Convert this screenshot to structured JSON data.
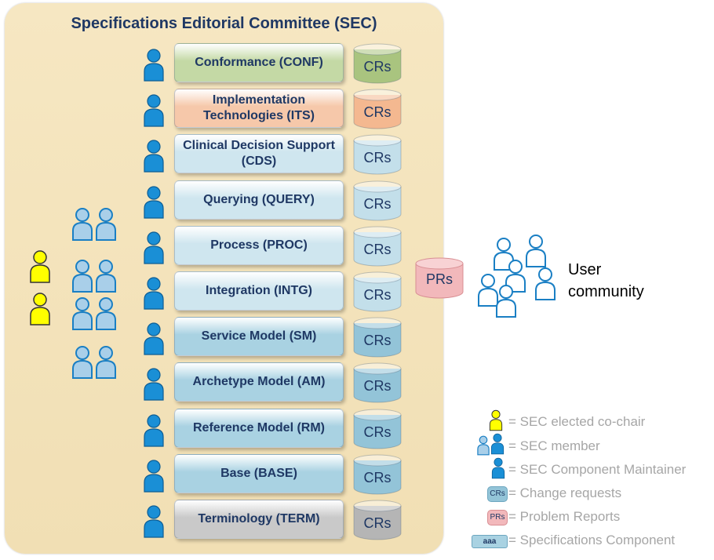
{
  "committee": {
    "title": "Specifications Editorial Committee  (SEC)"
  },
  "components": [
    {
      "label": "Conformance (CONF)",
      "cr": "CRs",
      "color": "#c4d9a5",
      "cyl": "#a9c47f"
    },
    {
      "label": "Implementation Technologies (ITS)",
      "cr": "CRs",
      "color": "#f6c8aa",
      "cyl": "#f4b890"
    },
    {
      "label": "Clinical Decision Support (CDS)",
      "cr": "CRs",
      "color": "#cfe6ef",
      "cyl": "#c3dfea"
    },
    {
      "label": "Querying (QUERY)",
      "cr": "CRs",
      "color": "#cfe6ef",
      "cyl": "#c3dfea"
    },
    {
      "label": "Process (PROC)",
      "cr": "CRs",
      "color": "#cfe6ef",
      "cyl": "#c3dfea"
    },
    {
      "label": "Integration (INTG)",
      "cr": "CRs",
      "color": "#cfe6ef",
      "cyl": "#c3dfea"
    },
    {
      "label": "Service Model (SM)",
      "cr": "CRs",
      "color": "#a9d2e2",
      "cyl": "#93c4d8"
    },
    {
      "label": "Archetype Model (AM)",
      "cr": "CRs",
      "color": "#a9d2e2",
      "cyl": "#93c4d8"
    },
    {
      "label": "Reference Model (RM)",
      "cr": "CRs",
      "color": "#a9d2e2",
      "cyl": "#93c4d8"
    },
    {
      "label": "Base (BASE)",
      "cr": "CRs",
      "color": "#a9d2e2",
      "cyl": "#93c4d8"
    },
    {
      "label": "Terminology (TERM)",
      "cr": "CRs",
      "color": "#c9c9c9",
      "cyl": "#b5b5b5"
    }
  ],
  "problem_reports": {
    "label": "PRs",
    "color": "#f2b8bb"
  },
  "user_community": {
    "label_line1": "User",
    "label_line2": "community"
  },
  "legend": {
    "co_chair": "= SEC elected co-chair",
    "member": "= SEC member",
    "maintainer": "= SEC Component Maintainer",
    "change_requests": "= Change requests",
    "problem_reports": "= Problem Reports",
    "spec_component": "= Specifications Component",
    "cr_icon_label": "CRs",
    "pr_icon_label": "PRs",
    "component_icon_label": "aaa"
  },
  "colors": {
    "person_blue": "#1a8fd6",
    "person_light": "#9fc9e6",
    "person_yellow": "#ffff00",
    "title": "#1f3864"
  }
}
